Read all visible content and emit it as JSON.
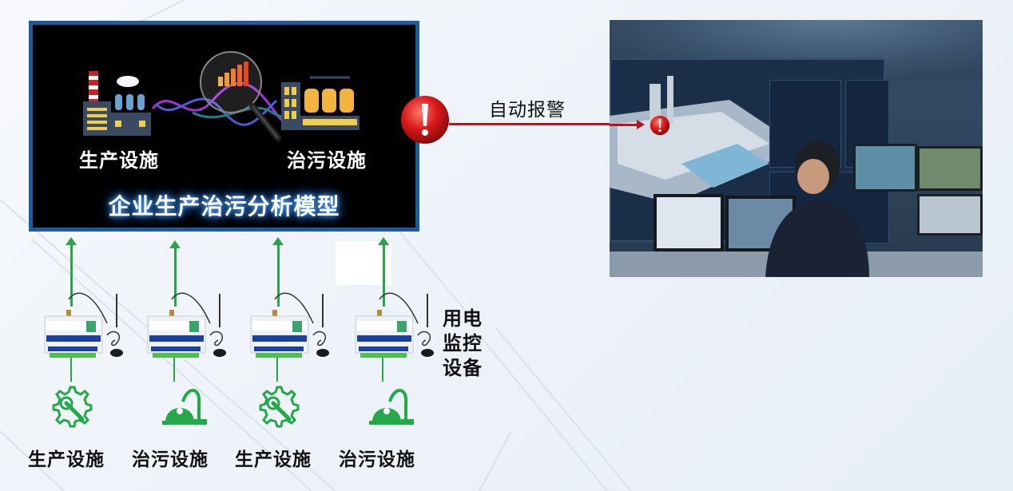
{
  "model": {
    "title": "企业生产治污分析模型",
    "production_label": "生产设施",
    "treatment_label": "治污设施",
    "colors": {
      "border": "#1d5b9e",
      "background": "#000000",
      "glow": "#5aa7ff"
    }
  },
  "alarm": {
    "label": "自动报警",
    "icon": "exclamation-alert-icon",
    "color": "#b8141b"
  },
  "photo": {
    "description": "control-room-monitoring-scene"
  },
  "devices": {
    "side_label_lines": [
      "用电",
      "监控",
      "设备"
    ],
    "arrow_color": "#2aa44a",
    "items": [
      {
        "label": "生产设施",
        "icon": "gear-wrench-icon"
      },
      {
        "label": "治污设施",
        "icon": "vacuum-cleaner-icon"
      },
      {
        "label": "生产设施",
        "icon": "gear-wrench-icon"
      },
      {
        "label": "治污设施",
        "icon": "vacuum-cleaner-icon"
      }
    ]
  }
}
